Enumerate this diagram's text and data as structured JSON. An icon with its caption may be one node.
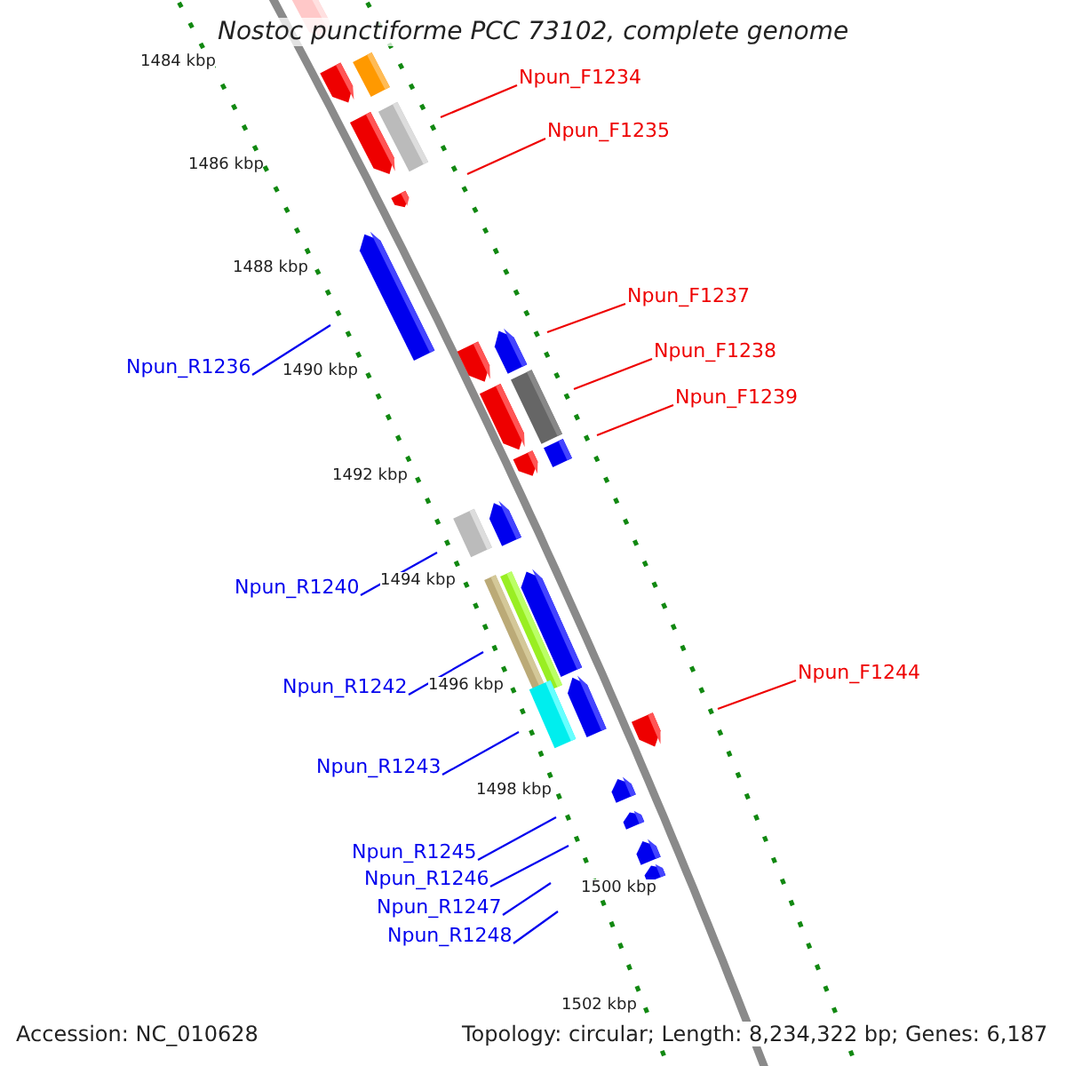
{
  "diagram": {
    "title": "Nostoc punctiforme PCC 73102, complete genome",
    "nodes": [
      {
        "text": [
          "Npun_F1234"
        ]
      },
      {
        "text": [
          "Npun_F1235"
        ]
      },
      {
        "text": [
          "Npun_F1237"
        ]
      },
      {
        "text": [
          "Npun_F1238"
        ]
      },
      {
        "text": [
          "Npun_R1236"
        ]
      },
      {
        "text": [
          "Npun_F1239"
        ]
      },
      {
        "text": [
          "Npun_R1240"
        ]
      },
      {
        "text": [
          "Npun_F1244"
        ]
      },
      {
        "text": [
          "Npun_R1242"
        ]
      },
      {
        "text": [
          "Npun_R1243"
        ]
      },
      {
        "text": [
          "Npun_R1245"
        ]
      },
      {
        "text": [
          "Npun_R1246"
        ]
      },
      {
        "text": [
          "Npun_R1247"
        ]
      },
      {
        "text": [
          "Npun_R1248"
        ]
      }
    ],
    "edges": [
      {
        "from": 0,
        "to": null,
        "arrow": "none",
        "color": "#ee0000"
      },
      {
        "from": 1,
        "to": null,
        "arrow": "none",
        "color": "#ee0000"
      },
      {
        "from": 2,
        "to": null,
        "arrow": "none",
        "color": "#ee0000"
      },
      {
        "from": 3,
        "to": null,
        "arrow": "none",
        "color": "#ee0000"
      },
      {
        "from": 4,
        "to": null,
        "arrow": "none"
      },
      {
        "from": 5,
        "to": null,
        "arrow": "none",
        "color": "#ee0000"
      },
      {
        "from": 6,
        "to": null,
        "arrow": "none"
      },
      {
        "from": 7,
        "to": null,
        "arrow": "none",
        "color": "#ee0000"
      },
      {
        "from": 8,
        "to": null,
        "arrow": "none"
      },
      {
        "from": 9,
        "to": null,
        "arrow": "none"
      },
      {
        "from": 10,
        "to": null,
        "arrow": "none"
      },
      {
        "from": 11,
        "to": null,
        "arrow": "none"
      },
      {
        "from": 12,
        "to": null,
        "arrow": "none"
      },
      {
        "from": 13,
        "to": null,
        "arrow": "none"
      }
    ],
    "labels": [
      "1484 kbp",
      "1486 kbp",
      "1488 kbp",
      "1490 kbp",
      "1492 kbp",
      "1494 kbp",
      "1496 kbp",
      "1498 kbp",
      "1500 kbp",
      "1502 kbp",
      "Accession: NC_010628",
      "Topology: circular; Length: 8,234,322 bp; Genes: 6,187"
    ]
  }
}
